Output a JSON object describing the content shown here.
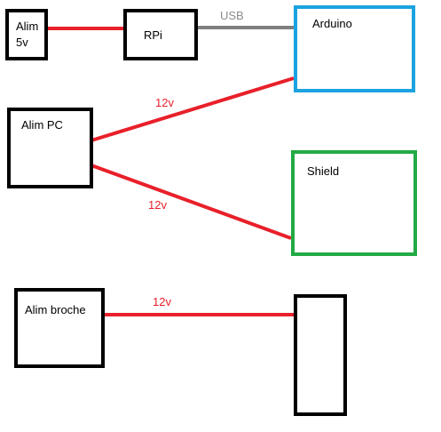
{
  "colors": {
    "background": "#ffffff",
    "box_border": "#000000",
    "arduino_border": "#1aa3e0",
    "shield_border": "#22aa44",
    "power_wire": "#e8202a",
    "usb_wire": "#7f7f7f",
    "label_text": "#000000",
    "wire_label": "#e8202a",
    "usb_label": "#8c8c8c"
  },
  "boxes": {
    "alim5v": {
      "line1": "Alim",
      "line2": "5v"
    },
    "rpi": {
      "label": "RPi"
    },
    "arduino": {
      "label": "Arduino"
    },
    "alim_pc": {
      "label": "Alim PC"
    },
    "shield": {
      "label": "Shield"
    },
    "alim_broche": {
      "label": "Alim broche"
    },
    "unlabeled": {
      "label": ""
    }
  },
  "wires": {
    "alim5v_rpi": {
      "label": ""
    },
    "rpi_arduino": {
      "label": "USB"
    },
    "pc_arduino": {
      "label": "12v"
    },
    "pc_shield": {
      "label": "12v"
    },
    "broche_unlabeled": {
      "label": "12v"
    }
  }
}
